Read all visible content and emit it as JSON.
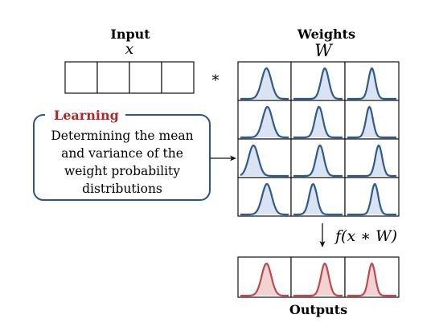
{
  "input": {
    "title": "Input",
    "symbol": "x",
    "cells": 4
  },
  "operator": "*",
  "weights": {
    "title": "Weights",
    "symbol": "W",
    "rows": 4,
    "cols": 3
  },
  "learning": {
    "title": "Learning",
    "lines": [
      "Determining the mean",
      "and variance of the",
      "weight probability",
      "distributions"
    ]
  },
  "function_label": "f(x ∗ W)",
  "outputs": {
    "title": "Outputs",
    "cols": 3
  },
  "colors": {
    "weight_curve": "#2f5a8c",
    "weight_fill": "#d9e3f1",
    "output_curve": "#c0474b",
    "output_fill": "#f2d3d3",
    "learning_title": "#b22428",
    "learning_border": "#2e5582"
  }
}
